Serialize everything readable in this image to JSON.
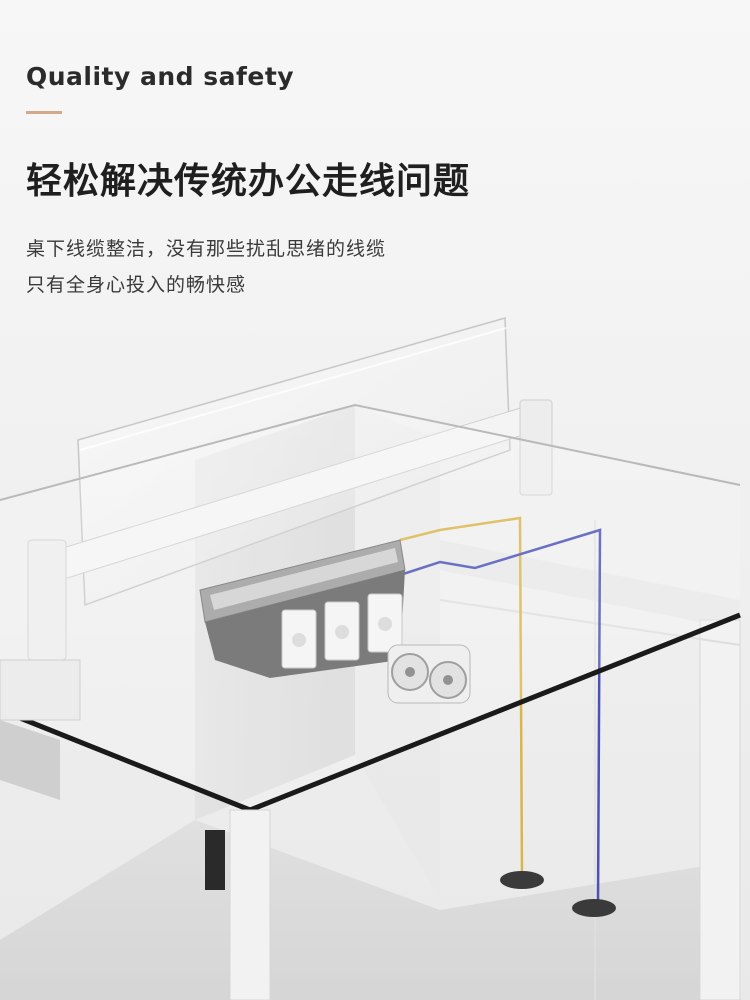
{
  "header": {
    "eyebrow": "Quality and safety",
    "title": "轻松解决传统办公走线问题",
    "description_lines": [
      "桌下线缆整洁，没有那些扰乱思绪的线缆",
      "只有全身心投入的畅快感"
    ]
  },
  "colors": {
    "accent": "#d4a98a",
    "cable_yellow": "#d9b54a",
    "cable_blue": "#4a52b5",
    "frame": "#efefef",
    "edge": "#1a1a1a"
  },
  "illustration": {
    "subject": "office-desk-cable-management",
    "icons": [
      "glass-privacy-panel-icon",
      "cable-tray-icon",
      "power-socket-icon",
      "dual-fan-icon",
      "floor-grommet-icon"
    ]
  }
}
